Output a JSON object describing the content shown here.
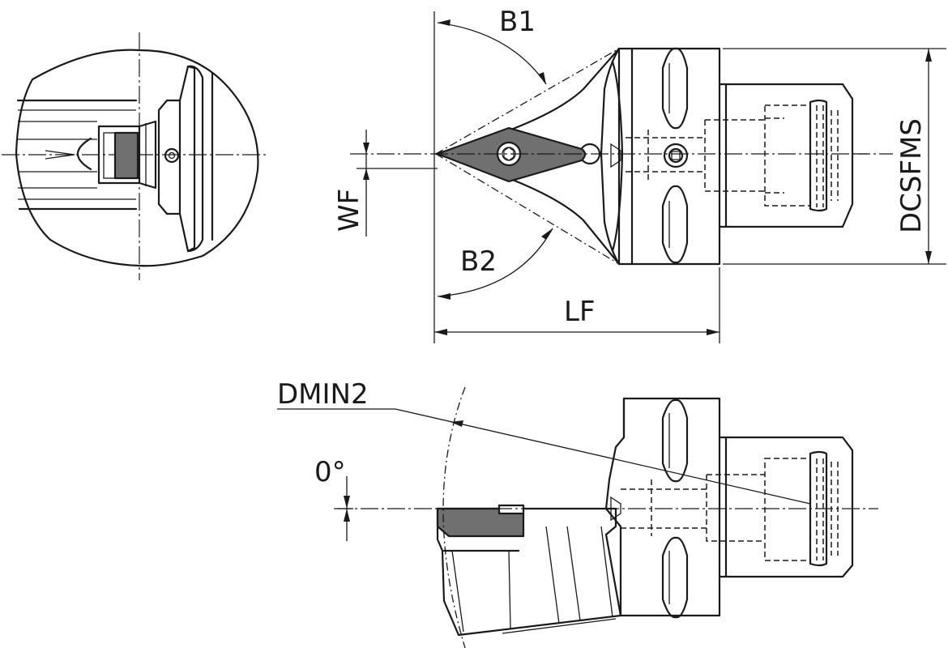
{
  "labels": {
    "b1": "B1",
    "b2": "B2",
    "wf": "WF",
    "lf": "LF",
    "dcsfms": "DCSFMS",
    "dmin2": "DMIN2",
    "angle0": "0°"
  },
  "colors": {
    "line": "#1a1a1a",
    "insert": "#707070",
    "background": "#ffffff"
  }
}
